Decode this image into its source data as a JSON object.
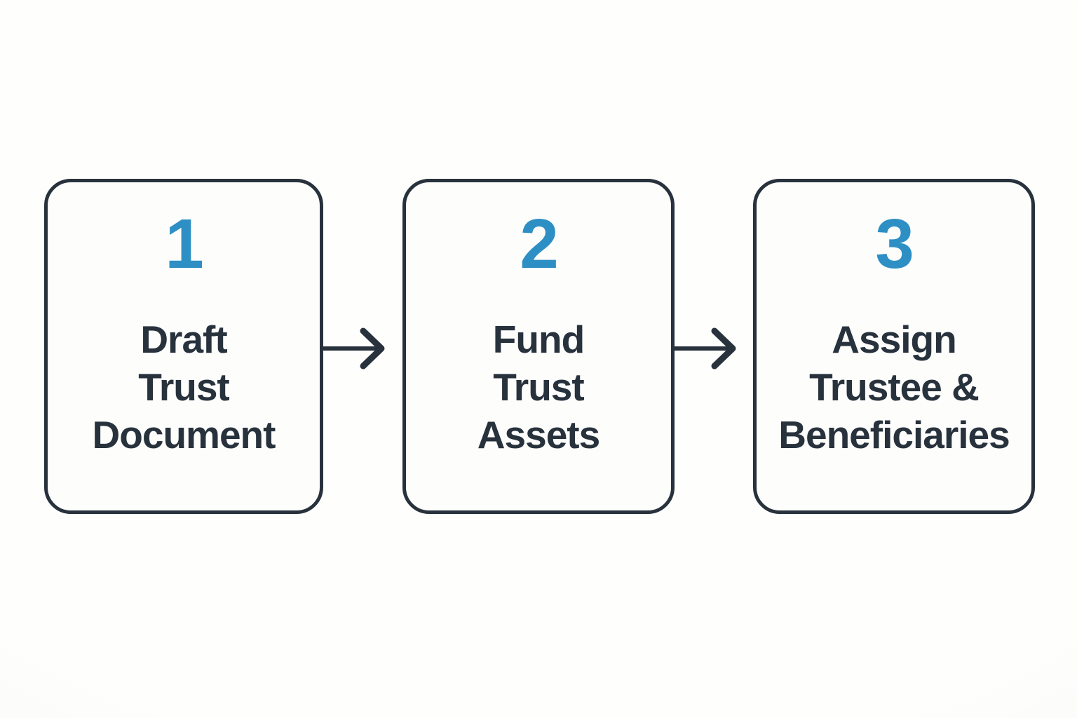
{
  "diagram": {
    "type": "flow",
    "direction": "left-to-right",
    "connector": "arrow-right",
    "steps": [
      {
        "number": "1",
        "label": "Draft Trust Document",
        "label_lines": [
          "Draft",
          "Trust",
          "Document"
        ]
      },
      {
        "number": "2",
        "label": "Fund Trust Assets",
        "label_lines": [
          "Fund",
          "Trust",
          "Assets"
        ]
      },
      {
        "number": "3",
        "label": "Assign Trustee & Beneficiaries",
        "label_lines": [
          "Assign",
          "Trustee &",
          "Beneficiaries"
        ]
      }
    ],
    "colors": {
      "accent_blue": "#2e8fc5",
      "ink": "#28323d",
      "card_fill": "#fdfdfc",
      "background": "#fafaf8"
    }
  }
}
